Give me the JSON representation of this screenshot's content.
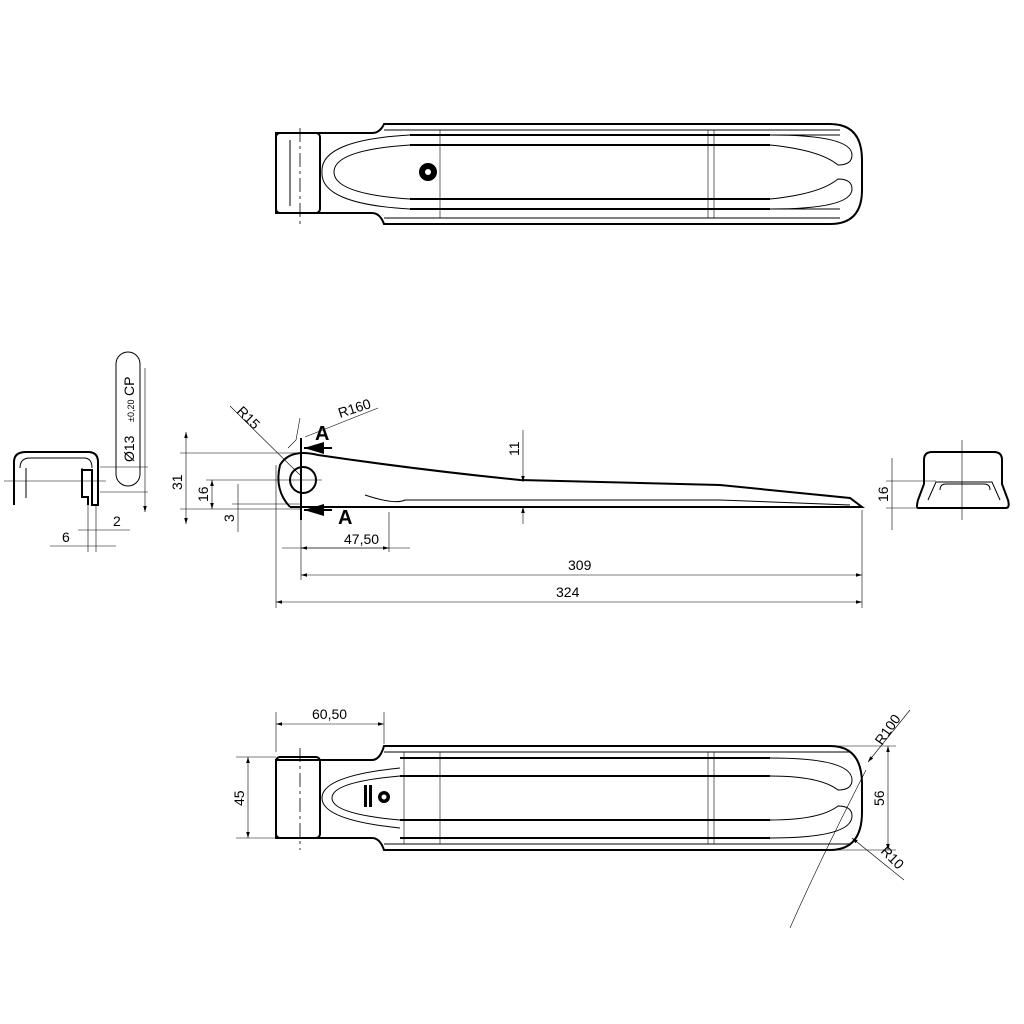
{
  "drawing": {
    "section_marks": [
      "A",
      "A"
    ],
    "left_section": {
      "hole_callout": {
        "diameter": "Ø13",
        "tolerance": "±0,20",
        "suffix": "CP"
      },
      "dim_2": "2",
      "dim_6": "6"
    },
    "side_view": {
      "r15": "R15",
      "r160": "R160",
      "dim_31": "31",
      "dim_16": "16",
      "dim_3": "3",
      "dim_11": "11",
      "dim_47_50": "47,50",
      "dim_309": "309",
      "dim_324": "324"
    },
    "right_section": {
      "dim_16": "16"
    },
    "bottom_view": {
      "dim_60_50": "60,50",
      "dim_45": "45",
      "dim_56": "56",
      "r100": "R100",
      "r10": "R10"
    }
  }
}
